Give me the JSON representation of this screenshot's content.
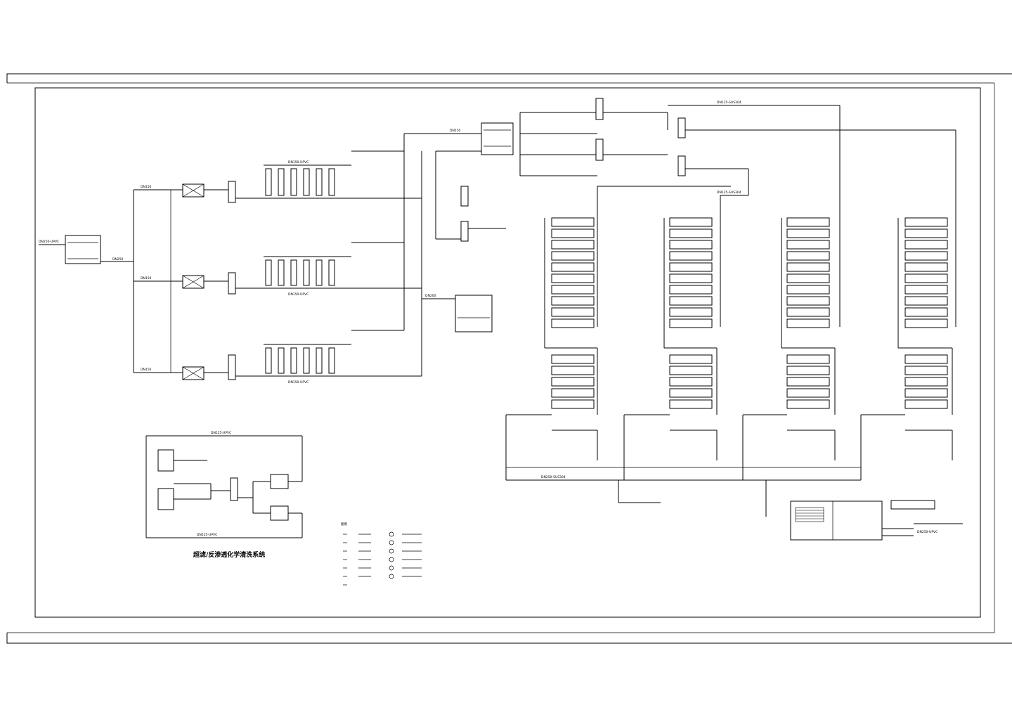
{
  "title": "超滤/反渗透化学清洗系统",
  "pipe_sizes": {
    "inlet": "DN250-UPVC",
    "feed_main": "DN250",
    "branch_a": "DN150",
    "branch_b": "DN150",
    "branch_c": "DN150",
    "uf_header_1": "DN150-UPVC",
    "uf_header_2": "DN150-UPVC",
    "uf_header_3": "DN150-UPVC",
    "uf_outlet": "DN150",
    "ro_supply": "DN125-SUS304",
    "ro_return": "DN125-SUS304",
    "waste": "DN200",
    "ro_collector": "DN250-SUS304",
    "cip_top": "DN125-UPVC",
    "cip_bottom": "DN125-UPVC",
    "product": "DN250-UPVC"
  },
  "legend": {
    "heading": "图例",
    "count": 13
  }
}
